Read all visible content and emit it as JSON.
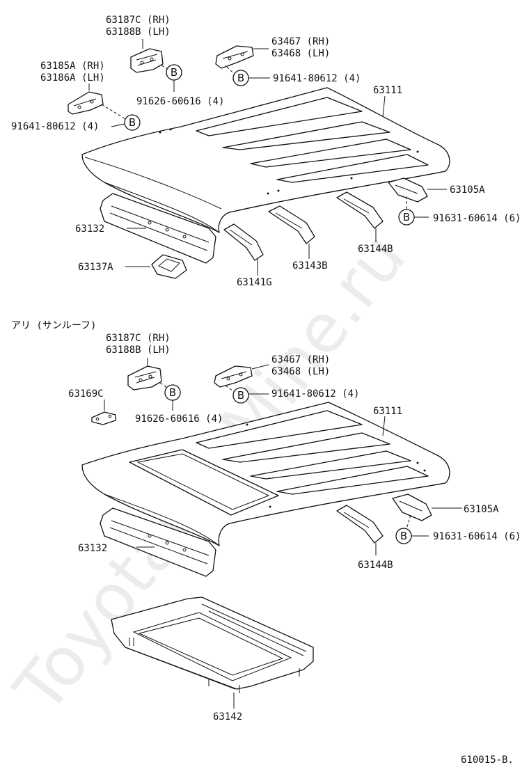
{
  "watermark": "ToyotaCarMine.ru",
  "section_top": {
    "labels": {
      "p63187C": "63187C (RH)",
      "p63188B": "63188B (LH)",
      "p63185A": "63185A (RH)",
      "p63186A": "63186A (LH)",
      "p63467": "63467 (RH)",
      "p63468": "63468 (LH)",
      "bolt_91641_b": "91641-80612 (4)",
      "bolt_91641_a": "91641-80612 (4)",
      "bolt_91626": "91626-60616 (4)",
      "p63111": "63111",
      "p63105A": "63105A",
      "bolt_91631": "91631-60614 (6)",
      "p63132": "63132",
      "p63137A": "63137A",
      "p63141G": "63141G",
      "p63143B": "63143B",
      "p63144B": "63144B"
    }
  },
  "section_bottom": {
    "heading": "アリ (サンルーフ)",
    "labels": {
      "p63187C": "63187C (RH)",
      "p63188B": "63188B (LH)",
      "p63169C": "63169C",
      "p63467": "63467 (RH)",
      "p63468": "63468 (LH)",
      "bolt_91641": "91641-80612 (4)",
      "bolt_91626": "91626-60616 (4)",
      "p63111": "63111",
      "p63105A": "63105A",
      "bolt_91631": "91631-60614 (6)",
      "p63132": "63132",
      "p63144B": "63144B",
      "p63142": "63142"
    }
  },
  "badge_letter": "B",
  "diagram_code": "610015-B."
}
